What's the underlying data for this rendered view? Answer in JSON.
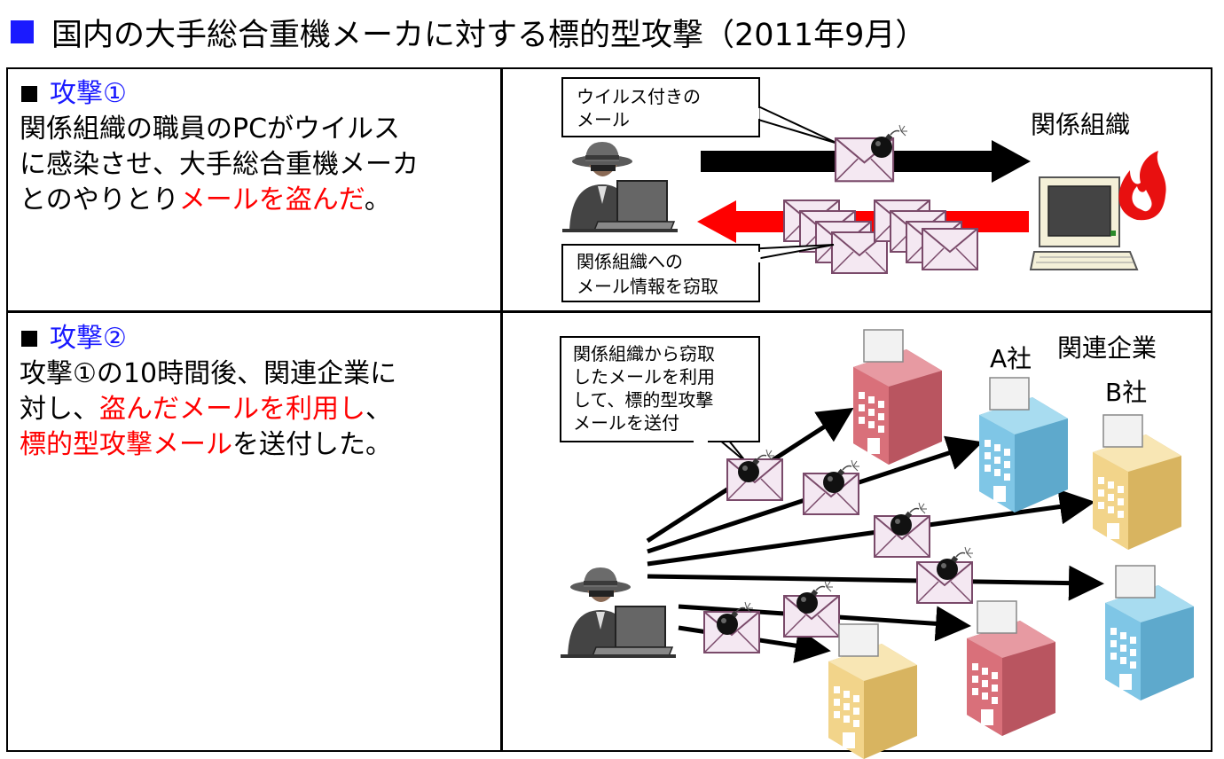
{
  "title": "国内の大手総合重機メーカに対する標的型攻撃（2011年9月）",
  "attack1": {
    "heading": "攻撃①",
    "line1": "関係組織の職員のPCがウイルス",
    "line2": "に感染させ、大手総合重機メーカ",
    "line3_prefix": "とのやりとり",
    "line3_red": "メールを盗んだ",
    "line3_suffix": "。",
    "callout_virus_line1": "ウイルス付きの",
    "callout_virus_line2": "メール",
    "callout_steal_line1": "関係組織への",
    "callout_steal_line2": "メール情報を窃取",
    "org_label": "関係組織"
  },
  "attack2": {
    "heading": "攻撃②",
    "line1": "攻撃①の10時間後、関連企業に",
    "line2_prefix": "対し、",
    "line2_red": "盗んだメールを利用し",
    "line2_suffix": "、",
    "line3_red": "標的型攻撃メール",
    "line3_suffix": "を送付した。",
    "callout_line1": "関係組織から窃取",
    "callout_line2": "したメールを利用",
    "callout_line3": "して、標的型攻撃",
    "callout_line4": "メールを送付",
    "company_a": "A社",
    "related_label": "関連企業",
    "company_b": "B社"
  },
  "colors": {
    "accent_blue": "#1a1aff",
    "highlight_red": "#ff0000",
    "envelope_fill": "#f4e8f2",
    "envelope_stroke": "#7a4a6a",
    "building_red": "#d9707a",
    "building_blue": "#7fc6e6",
    "building_yellow": "#f2d48a"
  }
}
